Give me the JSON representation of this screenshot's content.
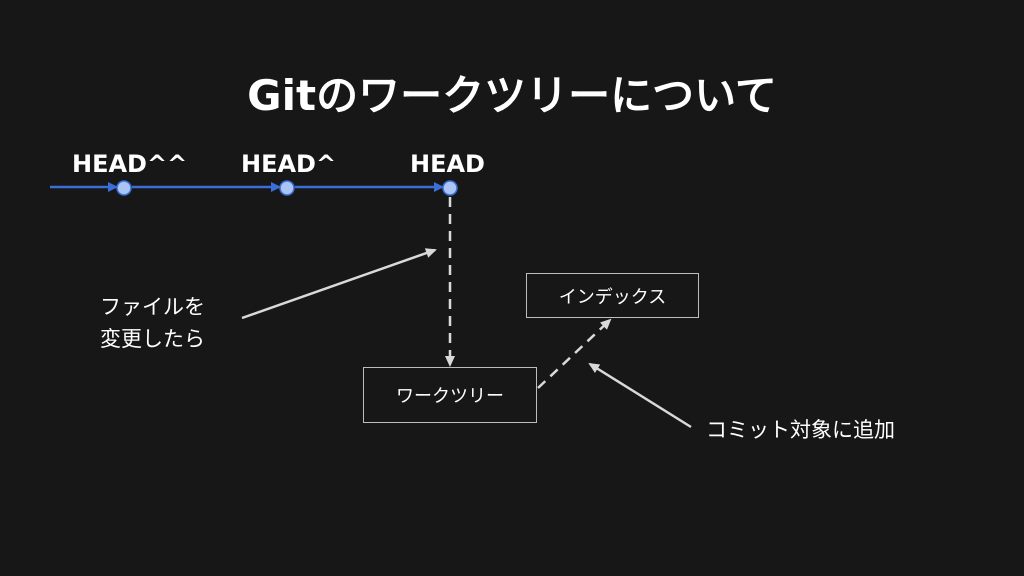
{
  "title": "Gitのワークツリーについて",
  "commits": [
    {
      "label": "HEAD^^"
    },
    {
      "label": "HEAD^"
    },
    {
      "label": "HEAD"
    }
  ],
  "boxes": {
    "worktree": "ワークツリー",
    "index": "インデックス"
  },
  "annotations": {
    "change_line1": "ファイルを",
    "change_line2": "変更したら",
    "commit_target": "コミット対象に追加"
  },
  "colors": {
    "background": "#171717",
    "commit_line": "#3a6fd8",
    "commit_node": "#a9c4f5",
    "arrow": "#d9d9d9",
    "box_border": "#bdbdbd"
  }
}
